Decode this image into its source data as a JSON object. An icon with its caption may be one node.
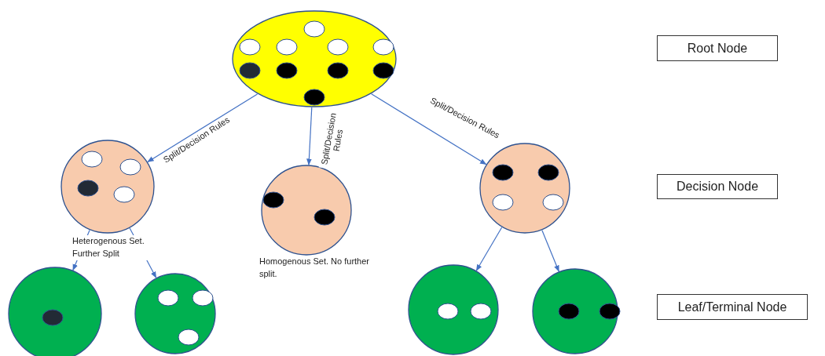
{
  "diagram": {
    "nodes": [
      {
        "text": [],
        "shape": "ellipse"
      },
      {
        "text": [
          "Root Node"
        ]
      },
      {
        "text": [],
        "shape": "circle",
        "beside": [
          "Heterogenous Set. Further Split"
        ]
      },
      {
        "text": [],
        "shape": "circle",
        "beside": [
          "Homogenous Set. No further split."
        ]
      },
      {
        "text": [],
        "shape": "circle"
      },
      {
        "text": [
          "Decision Node"
        ]
      },
      {
        "text": [],
        "shape": "circle"
      },
      {
        "text": [],
        "shape": "circle"
      },
      {
        "text": [],
        "shape": "circle"
      },
      {
        "text": [],
        "shape": "circle"
      },
      {
        "text": [
          "Leaf/Terminal Node"
        ]
      }
    ],
    "edges": [
      {
        "from": 0,
        "to": 2,
        "arrow": "to",
        "label": "Split/Decision Rules"
      },
      {
        "from": 0,
        "to": 3,
        "arrow": "to",
        "label": "Split/Decision Rules"
      },
      {
        "from": 0,
        "to": 4,
        "arrow": "to",
        "label": "Split/Decision Rules"
      },
      {
        "from": 2,
        "to": 6,
        "arrow": "to"
      },
      {
        "from": 2,
        "to": 7,
        "arrow": "to"
      },
      {
        "from": 4,
        "to": 8,
        "arrow": "to"
      },
      {
        "from": 4,
        "to": 9,
        "arrow": "to"
      }
    ]
  }
}
